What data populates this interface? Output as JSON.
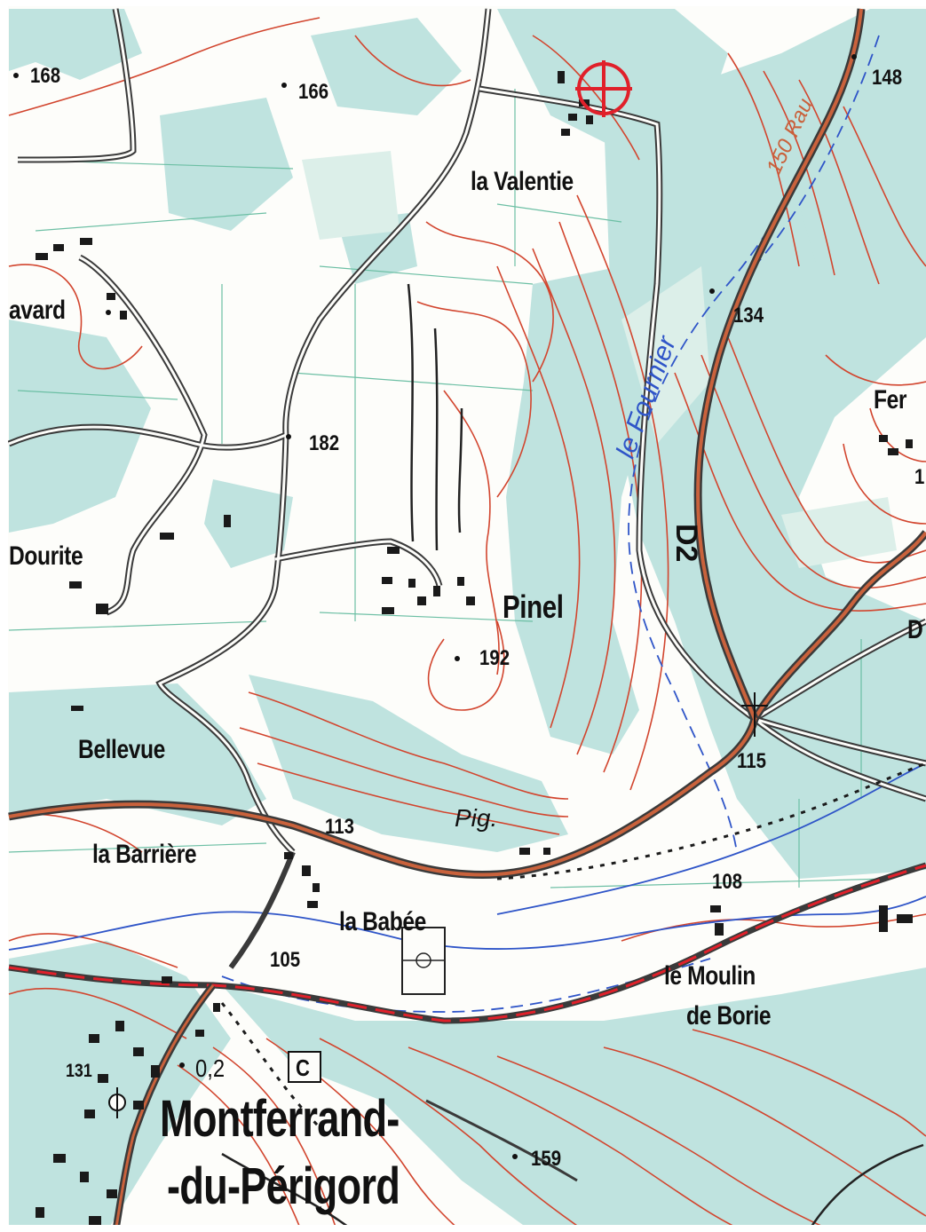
{
  "map": {
    "places": {
      "la_valentie": "la Valentie",
      "savard": "avard",
      "dourite": "Dourite",
      "pinel": "Pinel",
      "bellevue": "Bellevue",
      "la_barriere": "la Barrière",
      "la_babee": "la Babée",
      "le_moulin": "le Moulin",
      "de_borie": "de Borie",
      "montferrand": "Montferrand-",
      "du_perigord": "-du-Périgord",
      "fer": "Fer",
      "d_right": "D"
    },
    "elevations": {
      "e168": "168",
      "e166": "166",
      "e148": "148",
      "e134": "134",
      "e182": "182",
      "e192": "192",
      "e115": "115",
      "e113": "113",
      "e108": "108",
      "e105": "105",
      "e131": "131",
      "e159": "159",
      "e1": "1"
    },
    "water_labels": {
      "stream": "le Fournier",
      "rau": "150 Rau",
      "pig": "Pig."
    },
    "road_number": "D2",
    "misc": {
      "distance": "0,2",
      "campsite": "C"
    },
    "colors": {
      "contour": "#d2452e",
      "forest": "#bfe3df",
      "water": "#2f55c8",
      "road": "#3a3a3a",
      "main_road_fill": "#c9623c",
      "marker": "#e0202a"
    }
  }
}
